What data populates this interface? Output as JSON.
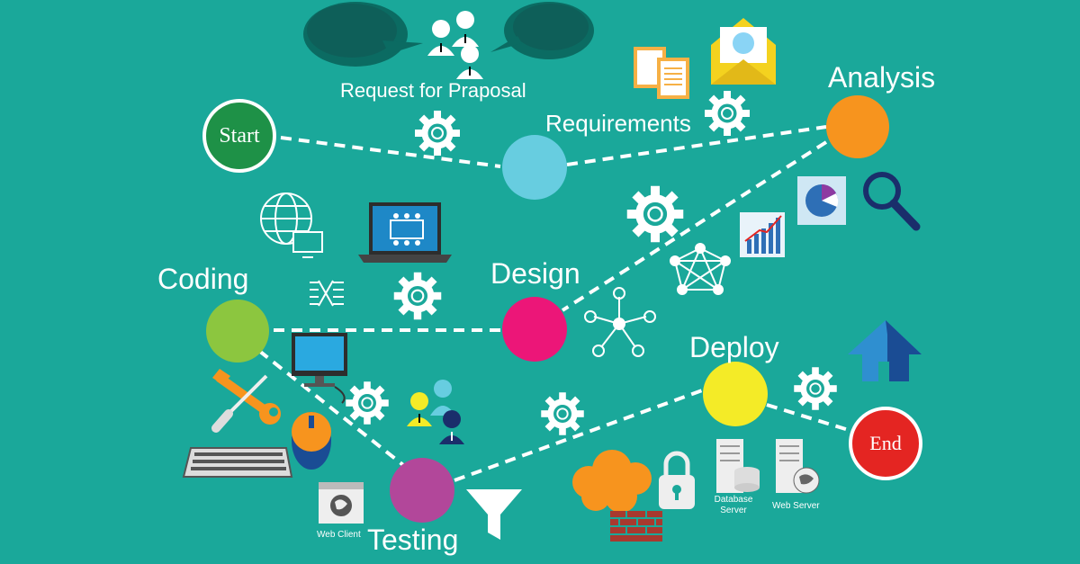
{
  "nodes": {
    "start": {
      "label": "Start",
      "color": "#1e9147"
    },
    "end": {
      "label": "End",
      "color": "#e42522"
    },
    "request": {
      "label": "Request for Praposal"
    },
    "requirements": {
      "label": "Requirements",
      "color": "#67cde0"
    },
    "analysis": {
      "label": "Analysis",
      "color": "#f7941e"
    },
    "design": {
      "label": "Design",
      "color": "#ec1678"
    },
    "coding": {
      "label": "Coding",
      "color": "#8cc63f"
    },
    "testing": {
      "label": "Testing",
      "color": "#b2479a"
    },
    "deploy": {
      "label": "Deploy",
      "color": "#f4eb27"
    }
  },
  "small_labels": {
    "web_client": "Web Client",
    "database_server": "Database Server",
    "web_server": "Web Server"
  },
  "icons": [
    "speech-bubble-icon",
    "people-icon",
    "document-icon",
    "envelope-lightbulb-icon",
    "gear-icon",
    "globe-icon",
    "laptop-icon",
    "xml-icon",
    "network-icon",
    "graph-icon",
    "bar-chart-icon",
    "pie-chart-icon",
    "magnifier-icon",
    "home-icon",
    "monitor-icon",
    "wrench-icon",
    "mouse-icon",
    "keyboard-icon",
    "team-icon",
    "funnel-icon",
    "cloud-icon",
    "brick-wall-icon",
    "padlock-icon",
    "server-icon"
  ]
}
